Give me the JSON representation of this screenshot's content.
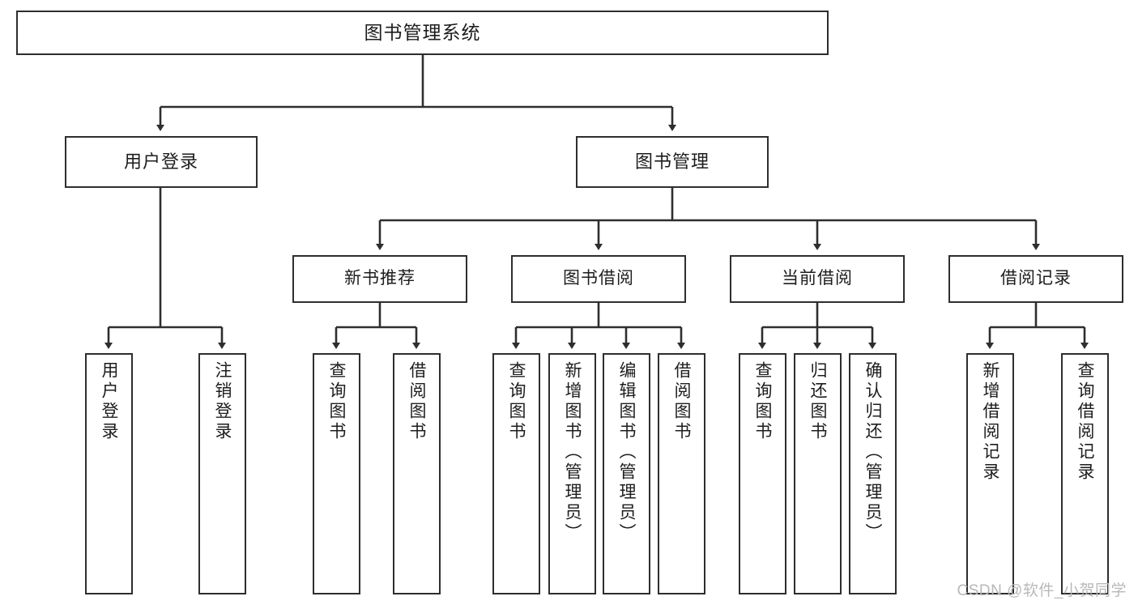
{
  "diagram": {
    "title": "图书管理系统",
    "type": "功能结构图",
    "stroke_color": "#2e2e2e",
    "text_color": "#1d1d1d",
    "background_color": "#ffffff"
  },
  "nodes": {
    "root": {
      "label": "图书管理系统"
    },
    "level2": [
      {
        "id": "user-login",
        "label": "用户登录"
      },
      {
        "id": "book-manage",
        "label": "图书管理"
      }
    ],
    "level3": [
      {
        "id": "new-book-recommend",
        "label": "新书推荐"
      },
      {
        "id": "book-borrow",
        "label": "图书借阅"
      },
      {
        "id": "current-borrow",
        "label": "当前借阅"
      },
      {
        "id": "borrow-record",
        "label": "借阅记录"
      }
    ],
    "leaves": {
      "user_login": [
        {
          "id": "leaf-user-login",
          "label": "用户登录"
        },
        {
          "id": "leaf-logout-login",
          "label": "注销登录"
        }
      ],
      "new_book_recommend": [
        {
          "id": "leaf-query-book-1",
          "label": "查询图书"
        },
        {
          "id": "leaf-borrow-book-1",
          "label": "借阅图书"
        }
      ],
      "book_borrow": [
        {
          "id": "leaf-query-book-2",
          "label": "查询图书"
        },
        {
          "id": "leaf-add-book",
          "label": "新增图书（管理员）"
        },
        {
          "id": "leaf-edit-book",
          "label": "编辑图书（管理员）"
        },
        {
          "id": "leaf-borrow-book-2",
          "label": "借阅图书"
        }
      ],
      "current_borrow": [
        {
          "id": "leaf-query-book-3",
          "label": "查询图书"
        },
        {
          "id": "leaf-return-book",
          "label": "归还图书"
        },
        {
          "id": "leaf-confirm-return",
          "label": "确认归还（管理员）"
        }
      ],
      "borrow_record": [
        {
          "id": "leaf-add-record",
          "label": "新增借阅记录"
        },
        {
          "id": "leaf-query-record",
          "label": "查询借阅记录"
        }
      ]
    }
  },
  "watermark": {
    "text": "CSDN @软件_小贺同学"
  }
}
